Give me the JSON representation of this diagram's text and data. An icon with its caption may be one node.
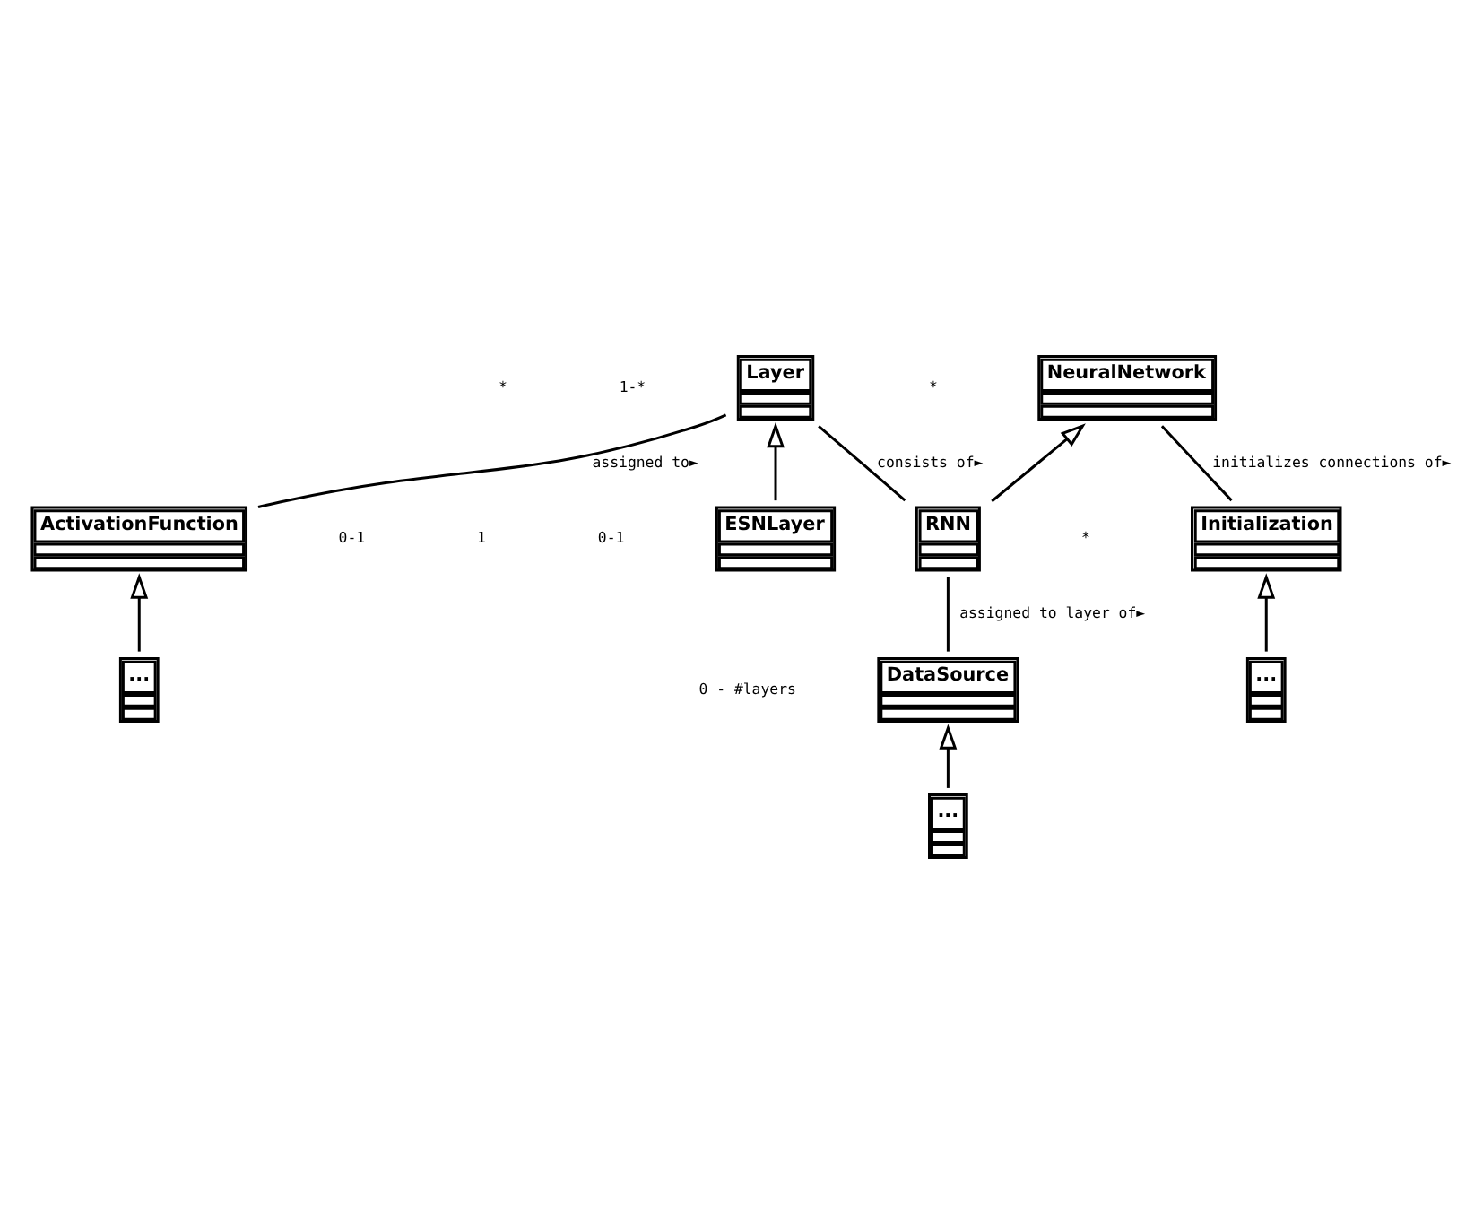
{
  "diagram": {
    "nodes": [
      {
        "text": [
          "..."
        ]
      },
      {
        "text": [
          "Initialization"
        ]
      },
      {
        "text": [
          "NeuralNetwork"
        ]
      },
      {
        "text": [
          "RNN"
        ]
      },
      {
        "text": [
          "Layer"
        ]
      },
      {
        "text": [
          "ESNLayer"
        ]
      },
      {
        "text": [
          "ActivationFunction"
        ]
      },
      {
        "text": [
          "DataSource"
        ]
      },
      {
        "text": [
          "..."
        ]
      },
      {
        "text": [
          "..."
        ]
      }
    ],
    "edges": [
      {
        "from": 0,
        "to": 1,
        "arrow": "to"
      },
      {
        "from": 1,
        "to": 2,
        "arrow": "none",
        "label": "initializes connections of►"
      },
      {
        "from": 3,
        "to": 2,
        "arrow": "to"
      },
      {
        "from": 3,
        "to": 4,
        "arrow": "none",
        "label": "consists of►"
      },
      {
        "from": 5,
        "to": 4,
        "arrow": "to"
      },
      {
        "from": 6,
        "to": 4,
        "arrow": "none",
        "label": "assigned to►"
      },
      {
        "from": 7,
        "to": 3,
        "arrow": "none",
        "label": "assigned to layer of►"
      },
      {
        "from": 8,
        "to": 6,
        "arrow": "to"
      },
      {
        "from": 9,
        "to": 7,
        "arrow": "to"
      }
    ],
    "labels": [
      "1-*",
      "*",
      "*",
      "*",
      "0-1",
      "0-1",
      "1",
      "0 - #layers"
    ]
  }
}
